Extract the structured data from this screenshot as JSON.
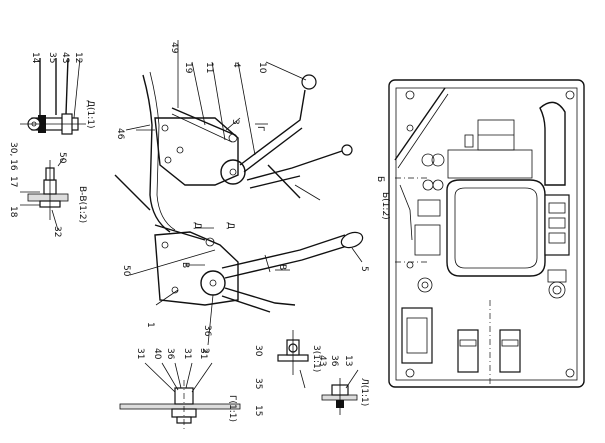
{
  "labels": {
    "l49": "49",
    "l19": "19",
    "l11": "11",
    "l4": "4",
    "l10": "10",
    "l3": "3",
    "lG": "Г",
    "l46": "46",
    "l2": "2",
    "l50": "50",
    "l1": "1",
    "l5": "5",
    "lD": "Д",
    "lV1": "В",
    "lV2": "В",
    "lD2": "Д",
    "top_14": "14",
    "top_35": "35",
    "top_43": "43",
    "top_12": "12",
    "top_view": "Д(1:1)",
    "mid_50": "50",
    "mid_30_16": "30, 16",
    "mid_17": "17",
    "mid_18": "18",
    "mid_32": "32",
    "mid_view": "В-В(1:2)",
    "bot_31a": "31",
    "bot_40": "40",
    "bot_36": "36",
    "bot_31b": "31",
    "bot_31c": "31",
    "bot_36b": "36",
    "bot_view": "Г(1:1)",
    "br_30": "30",
    "br_35": "35",
    "br_15": "15",
    "br_view": "3(1:1)",
    "br2_13": "13",
    "br2_36": "36",
    "br2_43": "43",
    "br2_view": "Л(1:1)",
    "right_view": "Б(1:2)",
    "right_b": "Б"
  }
}
